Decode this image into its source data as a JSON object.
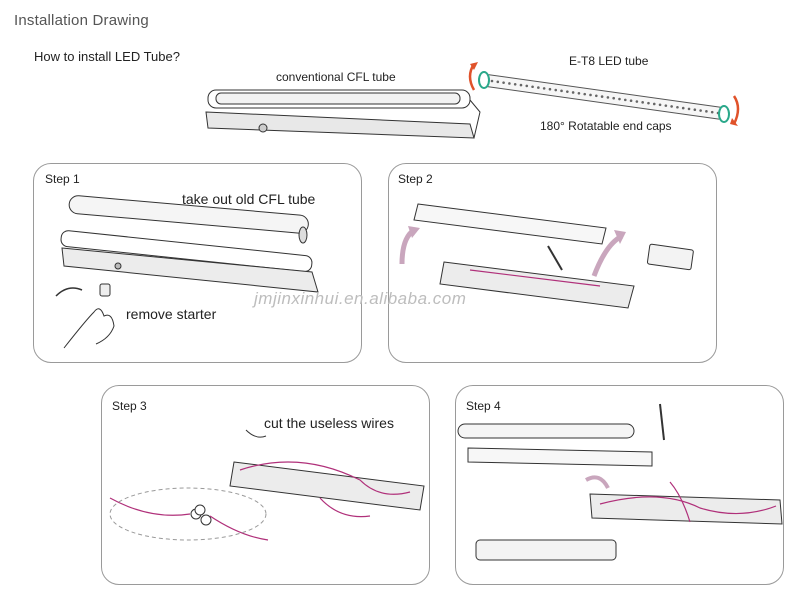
{
  "header": {
    "title": "Installation Drawing",
    "subtitle": "How to install LED Tube?"
  },
  "top": {
    "cfl_label": "conventional CFL tube",
    "led_label": "E-T8 LED tube",
    "caps_label": "180° Rotatable end caps"
  },
  "steps": [
    {
      "title": "Step 1",
      "labels": [
        "take out old CFL tube",
        "remove starter"
      ]
    },
    {
      "title": "Step 2",
      "labels": []
    },
    {
      "title": "Step 3",
      "labels": [
        "cut the useless wires"
      ]
    },
    {
      "title": "Step 4",
      "labels": []
    }
  ],
  "watermark": "jmjinxinhui.en.alibaba.com",
  "colors": {
    "wire": "#b0307a",
    "arrow": "#c9a6bd",
    "rotate_arrow": "#e0522a",
    "led_cap": "#2aa88a"
  }
}
